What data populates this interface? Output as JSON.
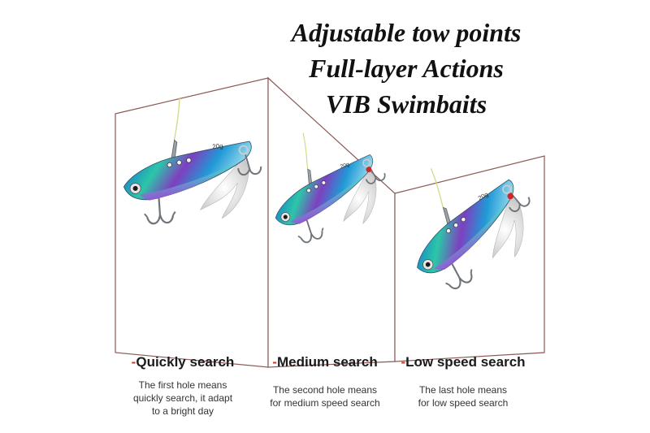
{
  "headline": {
    "line1": "Adjustable tow points",
    "line2": "Full-layer Actions",
    "line3": "VIB Swimbaits"
  },
  "colors": {
    "panel_border": "#8b5a56",
    "dash_accent": "#c0392b",
    "text": "#1a1a1a"
  },
  "lures": [
    {
      "weight_mark": "20g"
    },
    {
      "weight_mark": "20g"
    },
    {
      "weight_mark": "20g"
    }
  ],
  "captions": [
    {
      "dash": "-",
      "title": "Quickly search",
      "desc_line1": "The first hole means",
      "desc_line2": "quickly search, it adapt",
      "desc_line3": "to a bright day"
    },
    {
      "dash": "-",
      "title": "Medium search",
      "desc_line1": "The second hole means",
      "desc_line2": "for medium speed search"
    },
    {
      "dash": "-",
      "title": "Low speed search",
      "desc_line1": "The last hole means",
      "desc_line2": "for low speed search"
    }
  ]
}
